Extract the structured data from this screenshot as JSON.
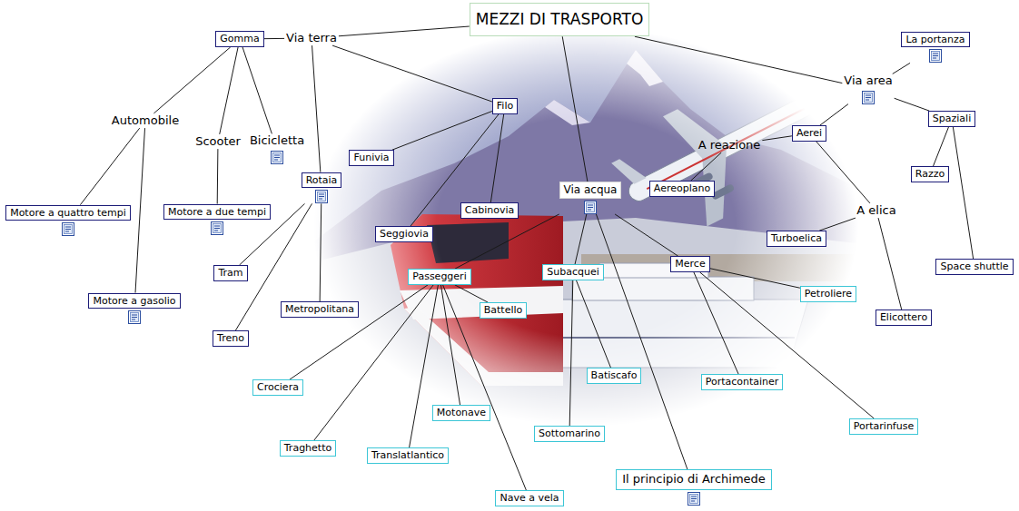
{
  "diagram": {
    "nodes": [
      {
        "text": [
          "MEZZI DI TRASPORTO"
        ]
      },
      {
        "text": [
          "Via terra"
        ]
      },
      {
        "text": [
          "Gomma"
        ]
      },
      {
        "text": [
          "Automobile"
        ]
      },
      {
        "text": [
          "Scooter"
        ]
      },
      {
        "text": [
          "Bicicletta"
        ]
      },
      {
        "text": [
          "Motore a quattro tempi"
        ]
      },
      {
        "text": [
          "Motore a due tempi"
        ]
      },
      {
        "text": [
          "Motore a gasolio"
        ]
      },
      {
        "text": [
          "Rotaia"
        ]
      },
      {
        "text": [
          "Tram"
        ]
      },
      {
        "text": [
          "Treno"
        ]
      },
      {
        "text": [
          "Metropolitana"
        ]
      },
      {
        "text": [
          "Filo"
        ]
      },
      {
        "text": [
          "Funivia"
        ]
      },
      {
        "text": [
          "Seggiovia"
        ]
      },
      {
        "text": [
          "Cabinovia"
        ]
      },
      {
        "text": [
          "Via acqua"
        ]
      },
      {
        "text": [
          "Passeggeri"
        ]
      },
      {
        "text": [
          "Subacquei"
        ]
      },
      {
        "text": [
          "Merce"
        ]
      },
      {
        "text": [
          "Battello"
        ]
      },
      {
        "text": [
          "Crociera"
        ]
      },
      {
        "text": [
          "Traghetto"
        ]
      },
      {
        "text": [
          "Translatlantico"
        ]
      },
      {
        "text": [
          "Motonave"
        ]
      },
      {
        "text": [
          "Nave a vela"
        ]
      },
      {
        "text": [
          "Batiscafo"
        ]
      },
      {
        "text": [
          "Sottomarino"
        ]
      },
      {
        "text": [
          "Il principio di Archimede"
        ]
      },
      {
        "text": [
          "Petroliere"
        ]
      },
      {
        "text": [
          "Portacontainer"
        ]
      },
      {
        "text": [
          "Portarinfuse"
        ]
      },
      {
        "text": [
          "Via area"
        ]
      },
      {
        "text": [
          "La portanza"
        ]
      },
      {
        "text": [
          "Aerei"
        ]
      },
      {
        "text": [
          "Spaziali"
        ]
      },
      {
        "text": [
          "A reazione"
        ]
      },
      {
        "text": [
          "Aereoplano"
        ]
      },
      {
        "text": [
          "A elica"
        ]
      },
      {
        "text": [
          "Turboelica"
        ]
      },
      {
        "text": [
          "Elicottero"
        ]
      },
      {
        "text": [
          "Razzo"
        ]
      },
      {
        "text": [
          "Space shuttle"
        ]
      }
    ],
    "edges": [
      {
        "from": 0,
        "to": 1,
        "arrow": "none"
      },
      {
        "from": 0,
        "to": 17,
        "arrow": "none"
      },
      {
        "from": 0,
        "to": 33,
        "arrow": "none"
      },
      {
        "from": 1,
        "to": 2,
        "arrow": "none"
      },
      {
        "from": 1,
        "to": 13,
        "arrow": "none"
      },
      {
        "from": 1,
        "to": 9,
        "arrow": "none"
      },
      {
        "from": 2,
        "to": 3,
        "arrow": "none"
      },
      {
        "from": 2,
        "to": 4,
        "arrow": "none"
      },
      {
        "from": 2,
        "to": 5,
        "arrow": "none"
      },
      {
        "from": 3,
        "to": 6,
        "arrow": "none"
      },
      {
        "from": 3,
        "to": 8,
        "arrow": "none"
      },
      {
        "from": 4,
        "to": 7,
        "arrow": "none"
      },
      {
        "from": 9,
        "to": 10,
        "arrow": "none"
      },
      {
        "from": 9,
        "to": 11,
        "arrow": "none"
      },
      {
        "from": 9,
        "to": 12,
        "arrow": "none"
      },
      {
        "from": 13,
        "to": 14,
        "arrow": "none"
      },
      {
        "from": 13,
        "to": 15,
        "arrow": "none"
      },
      {
        "from": 13,
        "to": 16,
        "arrow": "none"
      },
      {
        "from": 17,
        "to": 18,
        "arrow": "none"
      },
      {
        "from": 17,
        "to": 19,
        "arrow": "none"
      },
      {
        "from": 17,
        "to": 20,
        "arrow": "none"
      },
      {
        "from": 17,
        "to": 29,
        "arrow": "none"
      },
      {
        "from": 18,
        "to": 21,
        "arrow": "none"
      },
      {
        "from": 18,
        "to": 22,
        "arrow": "none"
      },
      {
        "from": 18,
        "to": 23,
        "arrow": "none"
      },
      {
        "from": 18,
        "to": 24,
        "arrow": "none"
      },
      {
        "from": 18,
        "to": 25,
        "arrow": "none"
      },
      {
        "from": 18,
        "to": 26,
        "arrow": "none"
      },
      {
        "from": 19,
        "to": 27,
        "arrow": "none"
      },
      {
        "from": 19,
        "to": 28,
        "arrow": "none"
      },
      {
        "from": 20,
        "to": 30,
        "arrow": "none"
      },
      {
        "from": 20,
        "to": 31,
        "arrow": "none"
      },
      {
        "from": 20,
        "to": 32,
        "arrow": "none"
      },
      {
        "from": 33,
        "to": 34,
        "arrow": "none"
      },
      {
        "from": 33,
        "to": 35,
        "arrow": "none"
      },
      {
        "from": 33,
        "to": 36,
        "arrow": "none"
      },
      {
        "from": 35,
        "to": 37,
        "arrow": "none"
      },
      {
        "from": 35,
        "to": 39,
        "arrow": "none"
      },
      {
        "from": 37,
        "to": 38,
        "arrow": "none"
      },
      {
        "from": 39,
        "to": 40,
        "arrow": "none"
      },
      {
        "from": 39,
        "to": 41,
        "arrow": "none"
      },
      {
        "from": 36,
        "to": 42,
        "arrow": "none"
      },
      {
        "from": 36,
        "to": 43,
        "arrow": "none"
      }
    ]
  }
}
